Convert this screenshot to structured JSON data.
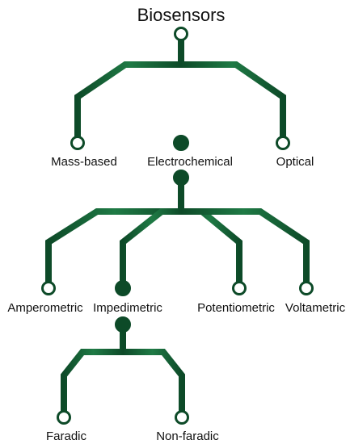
{
  "diagram": {
    "title": "Biosensors",
    "colors": {
      "trace": "#0d4a28",
      "trace_highlight": "#1f7a45",
      "text": "#111111"
    },
    "levels": [
      {
        "parent_node": "Biosensors",
        "children": [
          {
            "label": "Mass-based",
            "node": "open"
          },
          {
            "label": "Electrochemical",
            "node": "filled"
          },
          {
            "label": "Optical",
            "node": "open"
          }
        ]
      },
      {
        "parent_node": "Electrochemical",
        "children": [
          {
            "label": "Amperometric",
            "node": "open"
          },
          {
            "label": "Impedimetric",
            "node": "filled"
          },
          {
            "label": "Potentiometric",
            "node": "open"
          },
          {
            "label": "Voltametric",
            "node": "open"
          }
        ]
      },
      {
        "parent_node": "Impedimetric",
        "children": [
          {
            "label": "Faradic",
            "node": "open"
          },
          {
            "label": "Non-faradic",
            "node": "open"
          }
        ]
      }
    ]
  }
}
